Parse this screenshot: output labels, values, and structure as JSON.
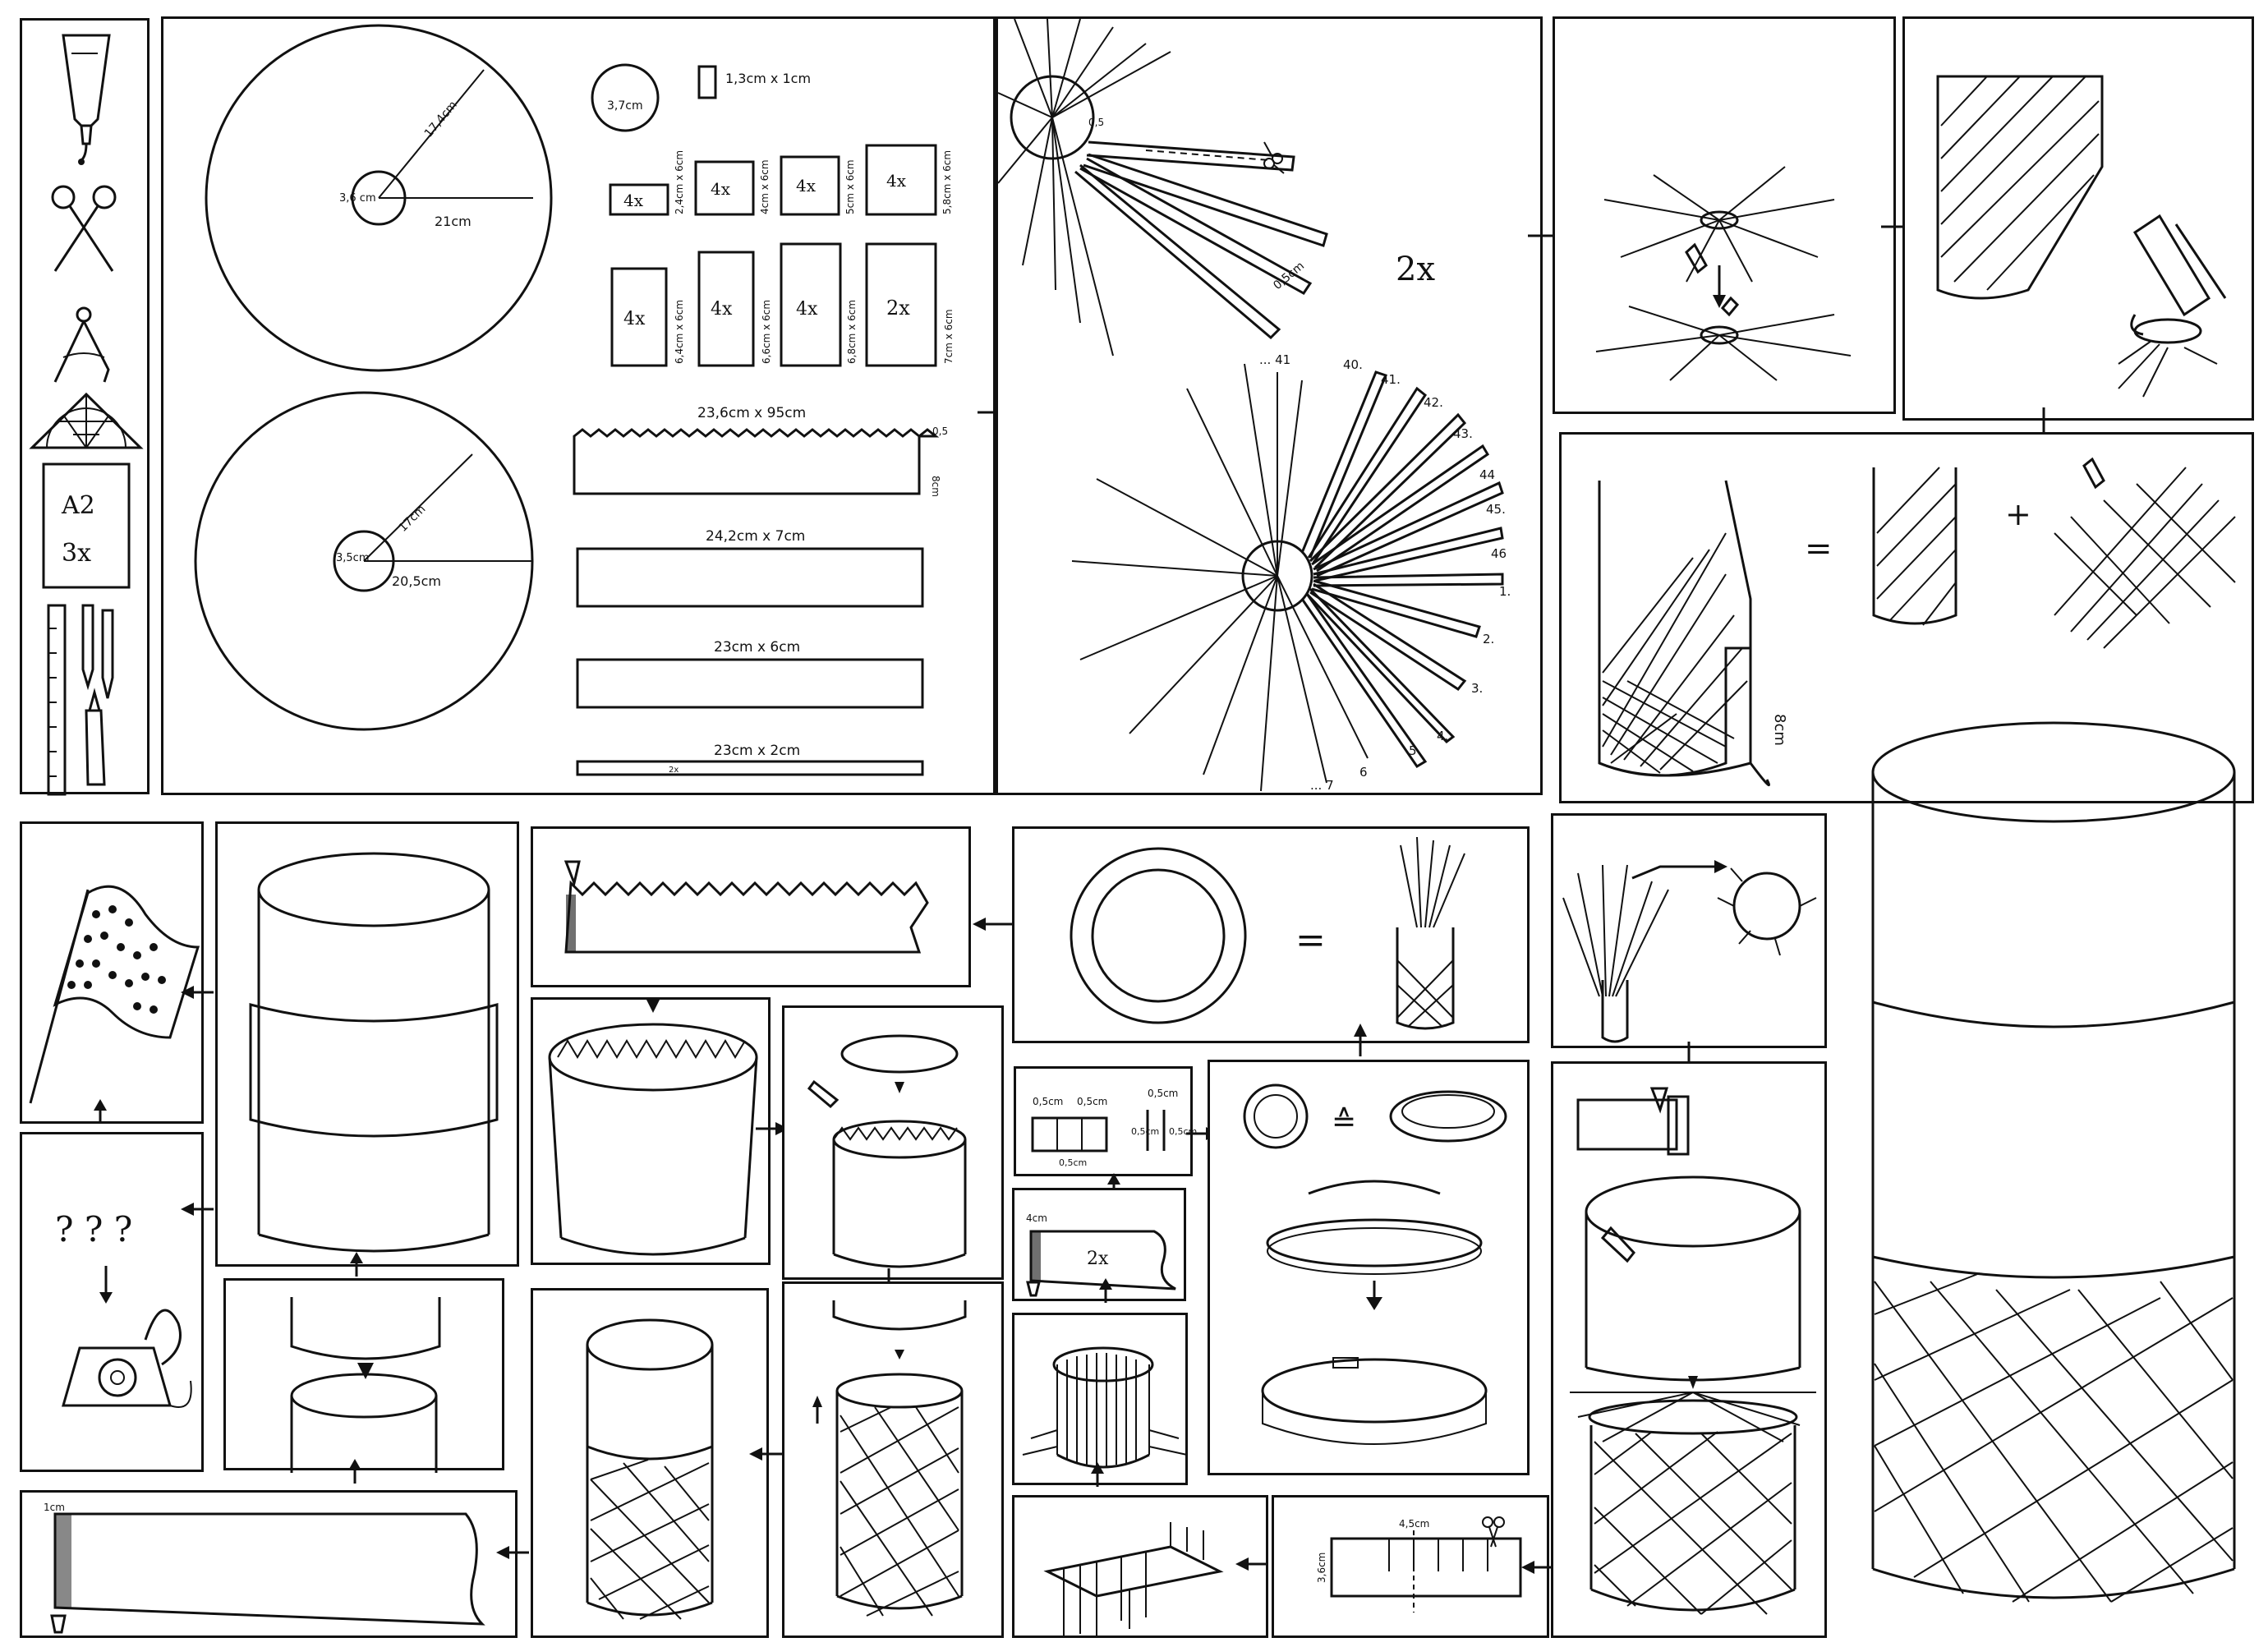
{
  "tools": {
    "paper_label": "A2",
    "paper_count": "3x"
  },
  "templates": {
    "circle_large_inner": "3,6\ncm",
    "circle_large_radius_diag": "17,4cm",
    "circle_large_radius": "21cm",
    "circle_small_inner": "3,5cm",
    "circle_small_radius_diag": "17cm",
    "circle_small_radius": "20,5cm",
    "tiny_circle": "3,7cm",
    "small_rect": "1,3cm x 1cm",
    "rect_row1": [
      {
        "count": "4x",
        "dim": "2,4cm x 6cm"
      },
      {
        "count": "4x",
        "dim": "4cm x 6cm"
      },
      {
        "count": "4x",
        "dim": "5cm x 6cm"
      },
      {
        "count": "4x",
        "dim": "5,8cm x 6cm"
      }
    ],
    "rect_row2": [
      {
        "count": "4x",
        "dim": "6,4cm x 6cm"
      },
      {
        "count": "4x",
        "dim": "6,6cm x 6cm"
      },
      {
        "count": "4x",
        "dim": "6,8cm x 6cm"
      },
      {
        "count": "2x",
        "dim": "7cm x 6cm"
      }
    ],
    "strip_zigzag": "23,6cm x 95cm",
    "strip_zigzag_side": "8cm",
    "strip_zigzag_tooth": "0,5",
    "strip_2": "24,2cm x 7cm",
    "strip_3": "23cm x 6cm",
    "strip_4": "23cm x 2cm",
    "strip_4_count": "2x"
  },
  "spokes": {
    "count_label": "2x",
    "spoke_width": "0,5cm",
    "hub_label": "0,5",
    "numbers": [
      "... 41",
      "40.",
      "41.",
      "42.",
      "43.",
      "44",
      "45.",
      "46",
      "1.",
      "2.",
      "3.",
      "4.",
      "5",
      "6",
      "... 7"
    ]
  },
  "weave": {
    "equals": "=",
    "plus": "+",
    "height_label": "8cm"
  },
  "ring": {
    "equals": "=",
    "corresponds": "≙"
  },
  "measure": {
    "a": "0,5cm",
    "b": "0,5cm",
    "c": "0,5cm",
    "d": "0,5cm",
    "e": "0,5cm",
    "f": "0,5cm"
  },
  "strip_small": {
    "width": "4cm",
    "count": "2x"
  },
  "side_cut": {
    "width": "4,5cm",
    "height": "3,6cm"
  },
  "edge_strip": {
    "width": "1cm"
  },
  "help": {
    "question": "? ? ?"
  }
}
